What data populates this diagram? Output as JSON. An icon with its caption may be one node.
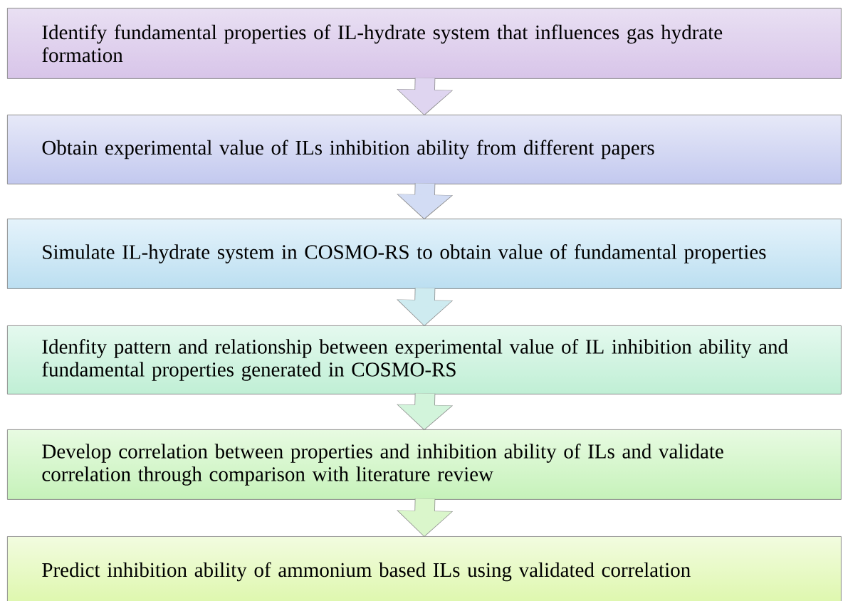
{
  "diagram": {
    "nodes": [
      {
        "text": [
          "Identify fundamental properties of IL-hydrate system that influences gas hydrate formation"
        ]
      },
      {
        "text": [
          "Obtain experimental value of ILs inhibition ability from different papers"
        ]
      },
      {
        "text": [
          "Simulate IL-hydrate system in COSMO-RS to obtain value of fundamental properties"
        ]
      },
      {
        "text": [
          "Idenfity pattern and relationship between experimental value of IL inhibition ability and fundamental properties generated in COSMO-RS"
        ]
      },
      {
        "text": [
          "Develop correlation between properties and inhibition ability of ILs and validate correlation through comparison with literature review"
        ]
      },
      {
        "text": [
          "Predict inhibition ability of ammonium based ILs using validated correlation"
        ]
      }
    ],
    "edges": [
      {
        "from": 0,
        "to": 1,
        "arrow": "to"
      },
      {
        "from": 1,
        "to": 2,
        "arrow": "to"
      },
      {
        "from": 2,
        "to": 3,
        "arrow": "to"
      },
      {
        "from": 3,
        "to": 4,
        "arrow": "to"
      },
      {
        "from": 4,
        "to": 5,
        "arrow": "to"
      }
    ]
  }
}
